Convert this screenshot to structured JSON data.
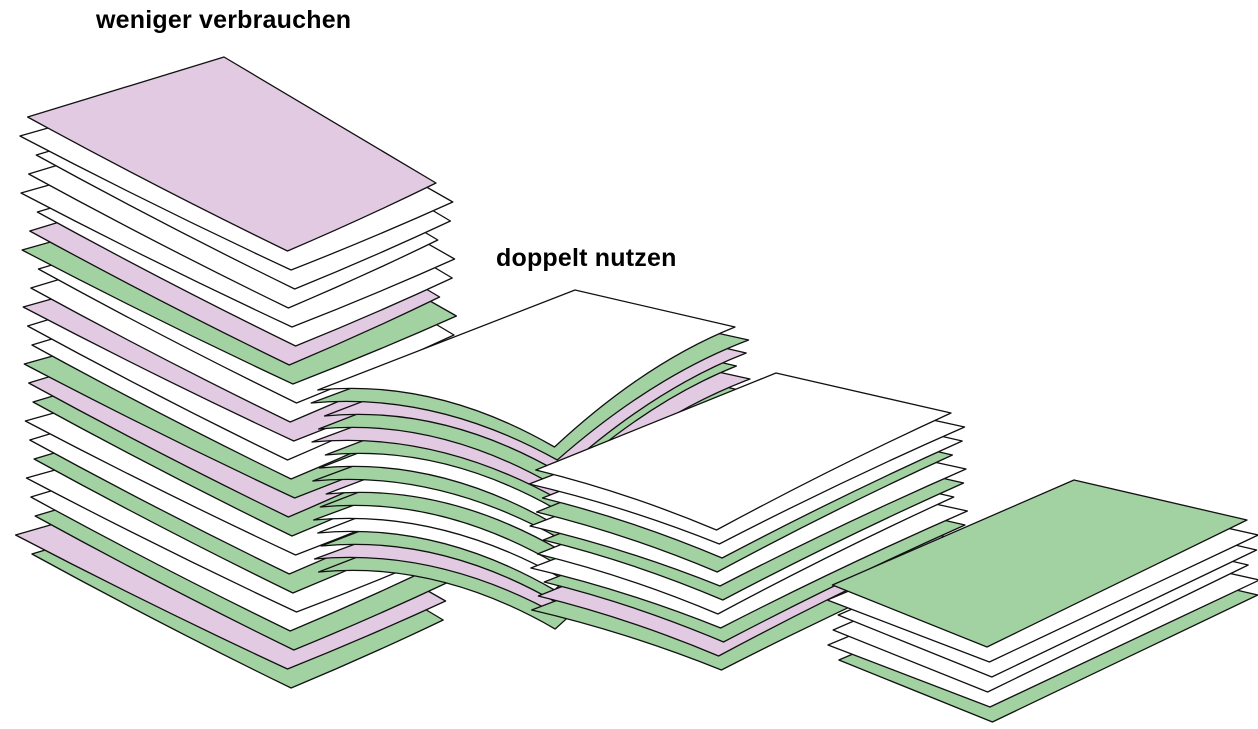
{
  "labels": {
    "first_stack": "weniger verbrauchen",
    "second_stack": "doppelt nutzen"
  },
  "colors": {
    "white": "#ffffff",
    "green": "#a2d1a2",
    "lilac": "#e2cae2",
    "outline": "#111111"
  },
  "stacks": [
    {
      "name": "stack-1",
      "top_sheet": "lilac",
      "sheets_bottom_to_top": [
        "green",
        "lilac",
        "green",
        "white",
        "white",
        "green",
        "white",
        "white",
        "green",
        "lilac",
        "green",
        "white",
        "white",
        "lilac",
        "white",
        "white",
        "green",
        "lilac",
        "white",
        "white",
        "white",
        "white",
        "white",
        "lilac"
      ]
    },
    {
      "name": "stack-2",
      "top_sheet": "white",
      "sheets_bottom_to_top": [
        "green",
        "lilac",
        "green",
        "white",
        "white",
        "green",
        "white",
        "green",
        "white",
        "green",
        "lilac",
        "green",
        "lilac",
        "green",
        "white"
      ]
    },
    {
      "name": "stack-3",
      "top_sheet": "white",
      "sheets_bottom_to_top": [
        "green",
        "lilac",
        "green",
        "white",
        "white",
        "green",
        "white",
        "green",
        "white",
        "white",
        "white"
      ]
    },
    {
      "name": "stack-4",
      "top_sheet": "green",
      "sheets_bottom_to_top": [
        "green",
        "white",
        "white",
        "white",
        "white",
        "green"
      ]
    }
  ]
}
